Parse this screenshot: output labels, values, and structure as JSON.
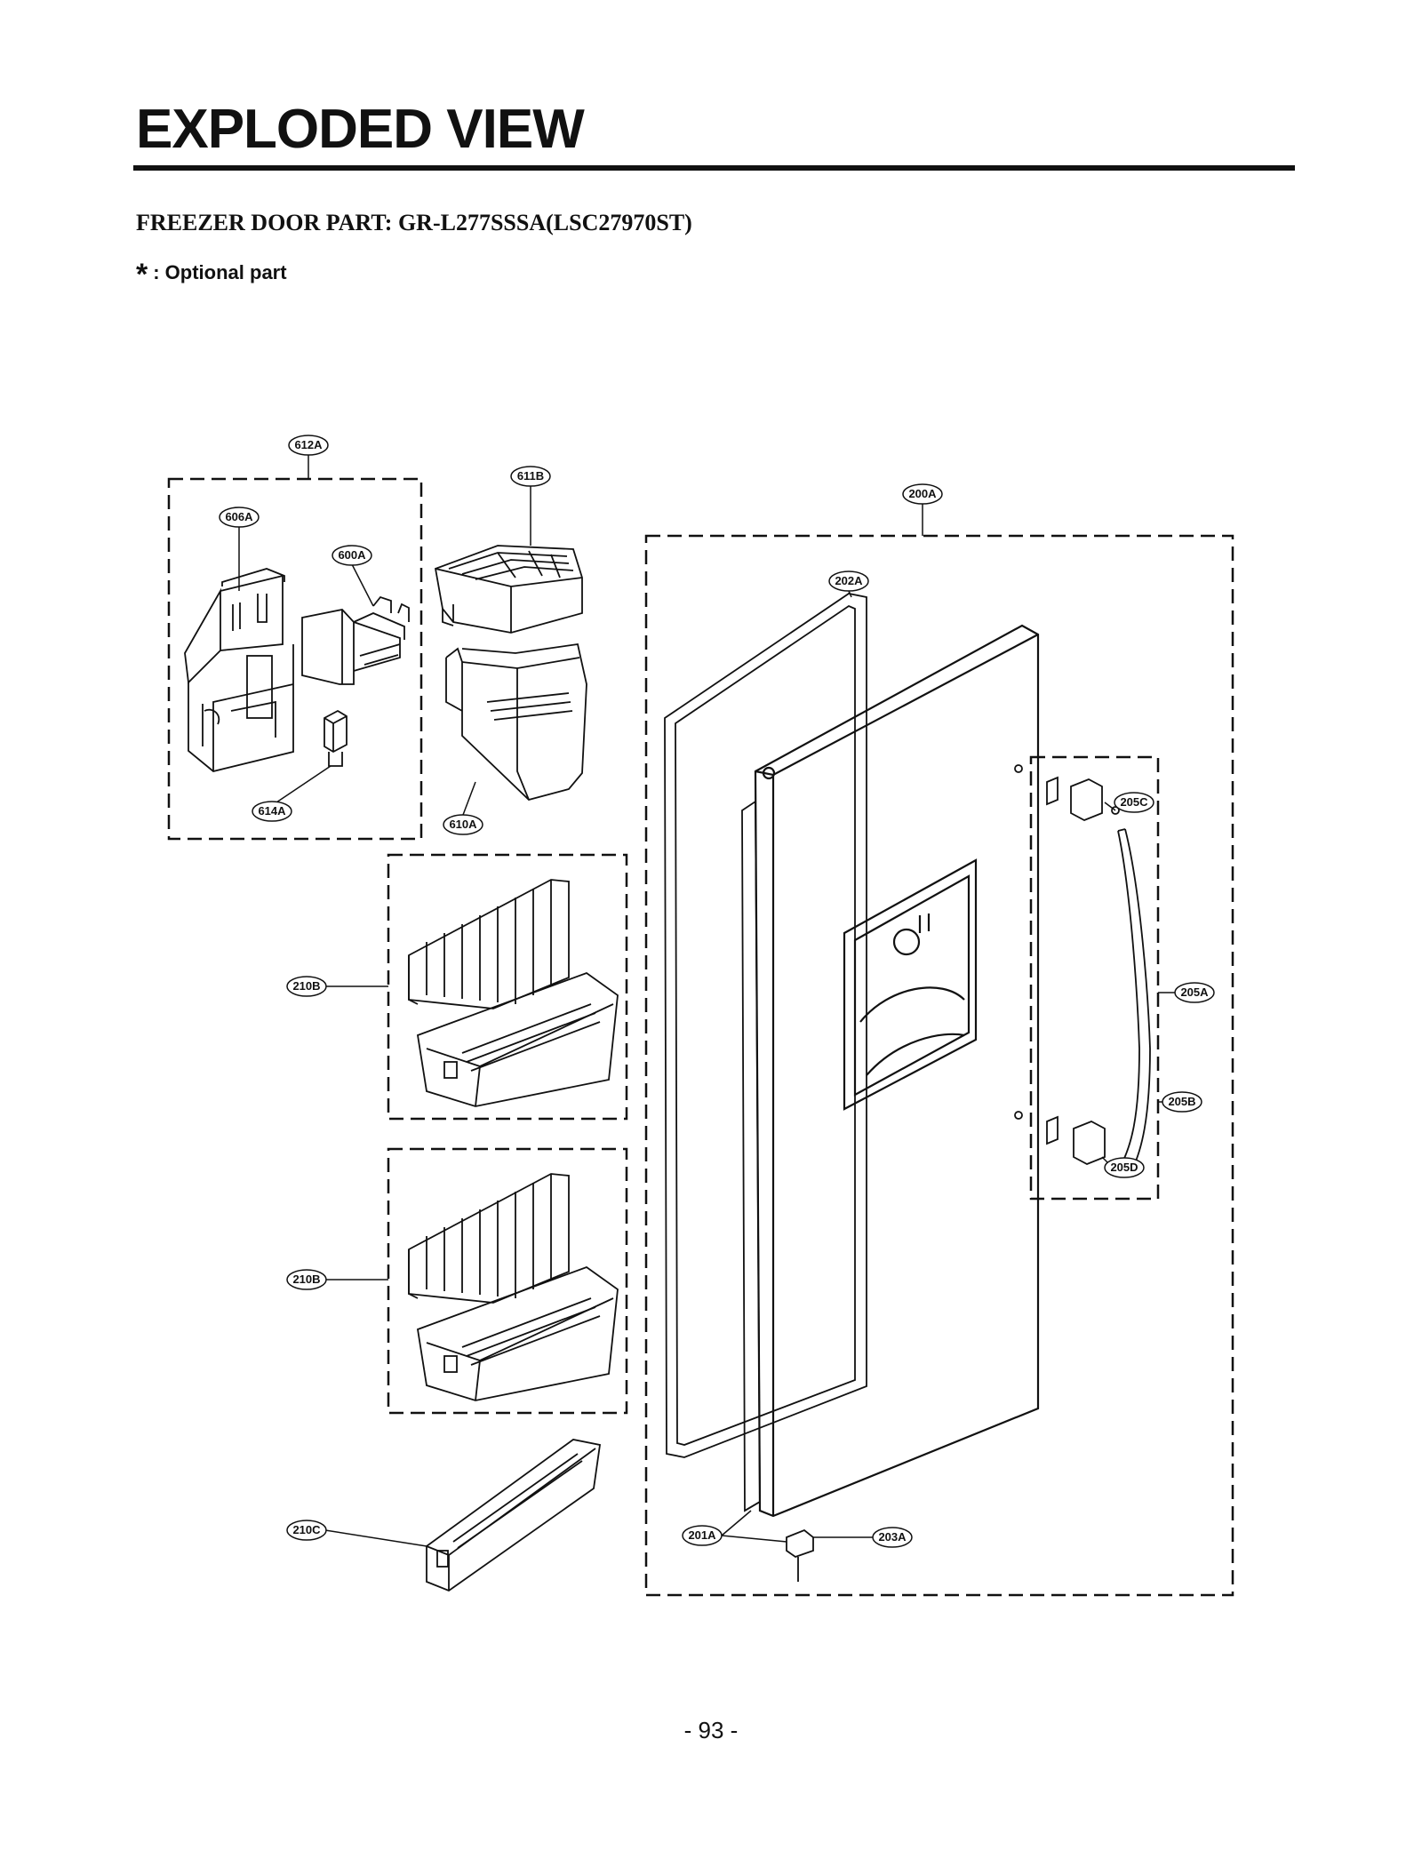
{
  "header": {
    "title": "EXPLODED VIEW",
    "subtitle": "FREEZER DOOR PART: GR-L277SSSA(LSC27970ST)",
    "note_symbol": "*",
    "note_text": ": Optional part"
  },
  "callouts": {
    "c612A": "612A",
    "c611B": "611B",
    "c200A": "200A",
    "c606A": "606A",
    "c600A": "600A",
    "c202A": "202A",
    "c614A": "614A",
    "c610A": "610A",
    "c205C": "205C",
    "c210B_1": "210B",
    "c205A": "205A",
    "c205B": "205B",
    "c205D": "205D",
    "c210B_2": "210B",
    "c210C": "210C",
    "c201A": "201A",
    "c203A": "203A"
  },
  "footer": {
    "page_number": "- 93 -"
  },
  "colors": {
    "ink": "#111111",
    "paper": "#ffffff"
  }
}
